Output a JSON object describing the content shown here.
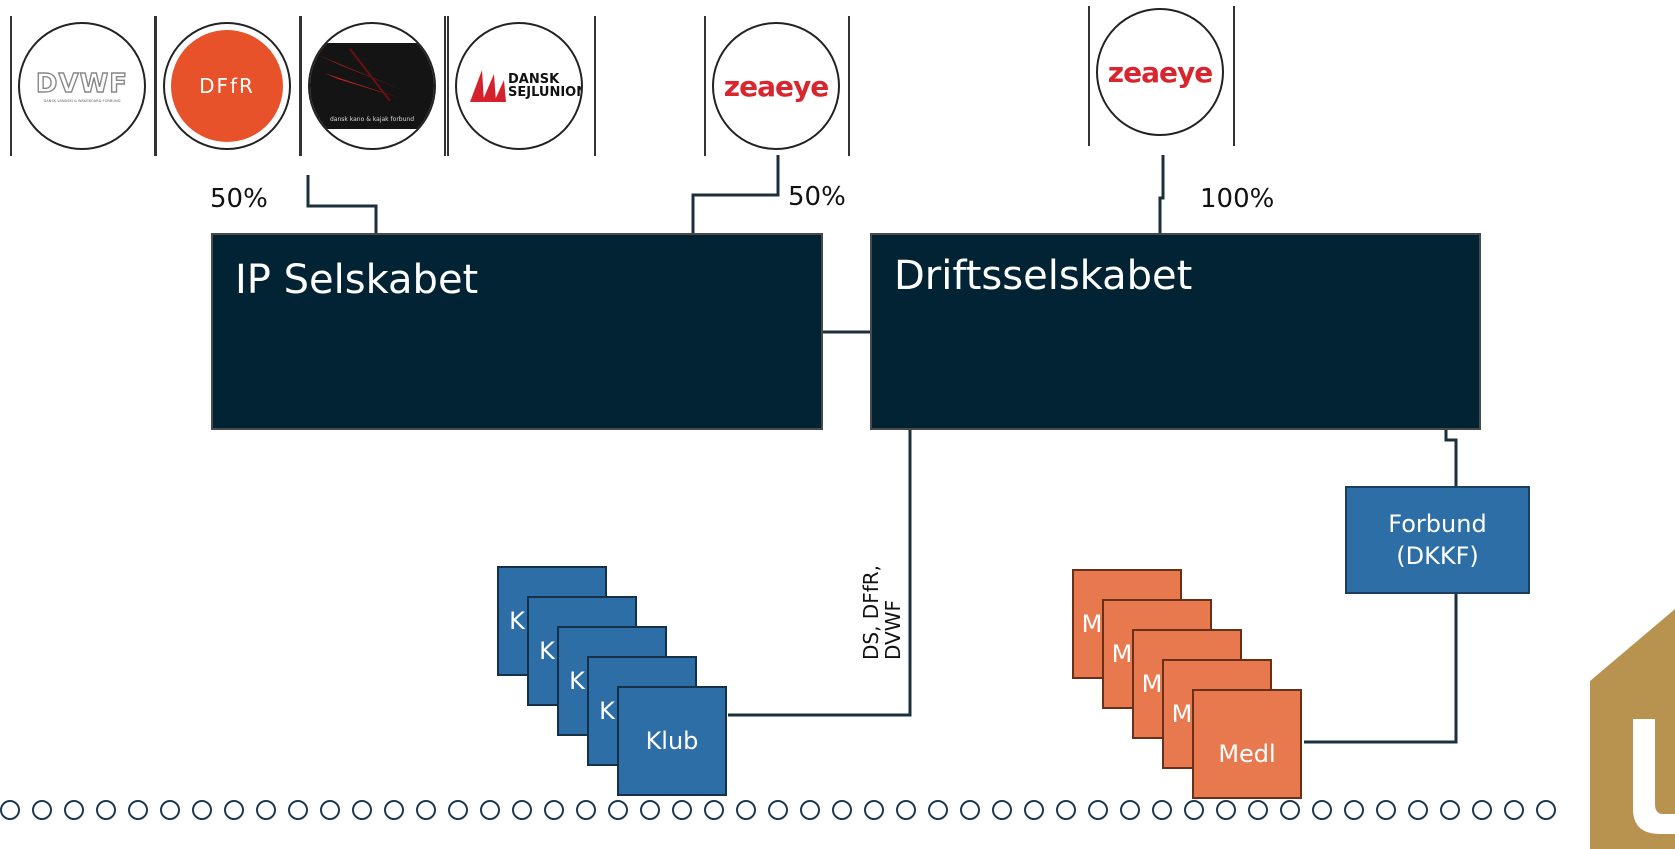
{
  "logos": [
    {
      "name": "DVWF",
      "text": "DVWF",
      "subtext": "DANSK VANDSKI & WAKEBOARD FORBUND",
      "style": "outline-text"
    },
    {
      "name": "DFfR",
      "text": "DFfR",
      "style": "orange-circle",
      "color": "#e8522a"
    },
    {
      "name": "dansk-kano-kajak",
      "text": "dansk kano & kajak forbund",
      "style": "black-swoosh",
      "color": "#b41e1e"
    },
    {
      "name": "dansk-sejlunion",
      "text": "DANSK SEJLUNION",
      "style": "red-sails",
      "color": "#d4212b"
    },
    {
      "name": "zeaeye-1",
      "text": "zeaeye",
      "style": "red-word",
      "color": "#d9262e"
    },
    {
      "name": "zeaeye-2",
      "text": "zeaeye",
      "style": "red-word",
      "color": "#d9262e"
    }
  ],
  "percentages": {
    "left": "50%",
    "middle": "50%",
    "right": "100%"
  },
  "entities": {
    "ip": {
      "title": "IP Selskabet"
    },
    "drift": {
      "title": "Driftsselskabet"
    }
  },
  "edge_label": "DS, DFfR,\nDVWF",
  "forbund": {
    "line1": "Forbund",
    "line2": "(DKKF)"
  },
  "klub": {
    "stack_letter": "K",
    "label": "Klub"
  },
  "medl": {
    "stack_letter": "M",
    "label": "Medl"
  },
  "colors": {
    "dark_box": "#012334",
    "blue": "#2e6ea6",
    "orange": "#e8794f",
    "gold": "#b8924f",
    "line": "#012334"
  }
}
